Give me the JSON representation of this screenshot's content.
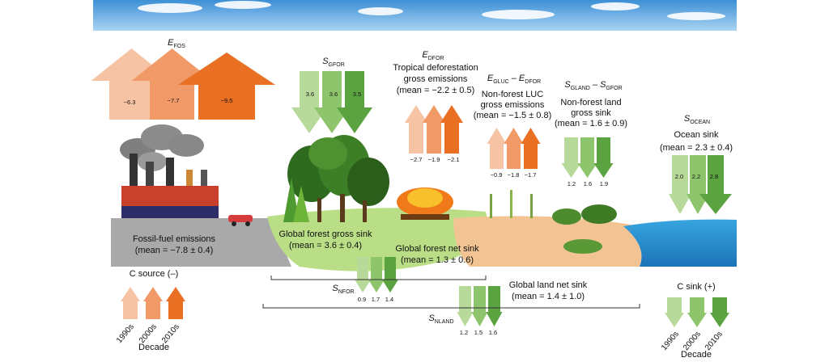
{
  "colors": {
    "light": "#f6c4a4",
    "mid": "#f19a68",
    "dark": "#e96f22",
    "green_light": "#b7d99a",
    "green_mid": "#8dc46c",
    "green_dark": "#5aa340"
  },
  "fossil": {
    "sym": "E",
    "sub": "FOS",
    "values": [
      "−6.3",
      "−7.7",
      "−9.5"
    ],
    "label1": "Fossil-fuel emissions",
    "label2": "(mean = −7.8 ± 0.4)"
  },
  "sgfor": {
    "sym": "S",
    "sub": "GFOR",
    "values": [
      "3.6",
      "3.6",
      "3.5"
    ]
  },
  "edfor": {
    "sym": "E",
    "sub": "DFOR",
    "line1": "Tropical deforestation",
    "line2": "gross emissions",
    "line3": "(mean = −2.2 ± 0.5)",
    "values": [
      "−2.7",
      "−1.9",
      "−2.1"
    ]
  },
  "egluc": {
    "sym1": "E",
    "sub1": "GLUC",
    "dash": " – ",
    "sym2": "E",
    "sub2": "DFOR",
    "line1": "Non-forest LUC",
    "line2": "gross emissions",
    "line3": "(mean = −1.5 ± 0.8)",
    "values": [
      "−0.9",
      "−1.8",
      "−1.7"
    ]
  },
  "sgland": {
    "sym1": "S",
    "sub1": "GLAND",
    "dash": " – ",
    "sym2": "S",
    "sub2": "GFOR",
    "line1": "Non-forest land",
    "line2": "gross sink",
    "line3": "(mean = 1.6 ± 0.9)",
    "values": [
      "1.2",
      "1.6",
      "1.9"
    ]
  },
  "socean": {
    "sym": "S",
    "sub": "OCEAN",
    "line1": "Ocean sink",
    "line2": "(mean = 2.3 ± 0.4)",
    "values": [
      "2.0",
      "2.2",
      "2.8"
    ]
  },
  "gross_sink": {
    "line1": "Global forest gross sink",
    "line2": "(mean = 3.6 ± 0.4)"
  },
  "net_sink": {
    "line1": "Global forest net sink",
    "line2": "(mean = 1.3 ± 0.6)"
  },
  "snfor": {
    "sym": "S",
    "sub": "NFOR",
    "values": [
      "0.9",
      "1.7",
      "1.4"
    ]
  },
  "snland": {
    "sym": "S",
    "sub": "NLAND",
    "line1": "Global land net sink",
    "line2": "(mean = 1.4 ± 1.0)",
    "values": [
      "1.2",
      "1.5",
      "1.6"
    ]
  },
  "legend_source": {
    "title": "C source (–)",
    "decades": [
      "1990s",
      "2000s",
      "2010s"
    ],
    "axis": "Decade"
  },
  "legend_sink": {
    "title": "C sink (+)",
    "decades": [
      "1990s",
      "2000s",
      "2010s"
    ],
    "axis": "Decade"
  }
}
